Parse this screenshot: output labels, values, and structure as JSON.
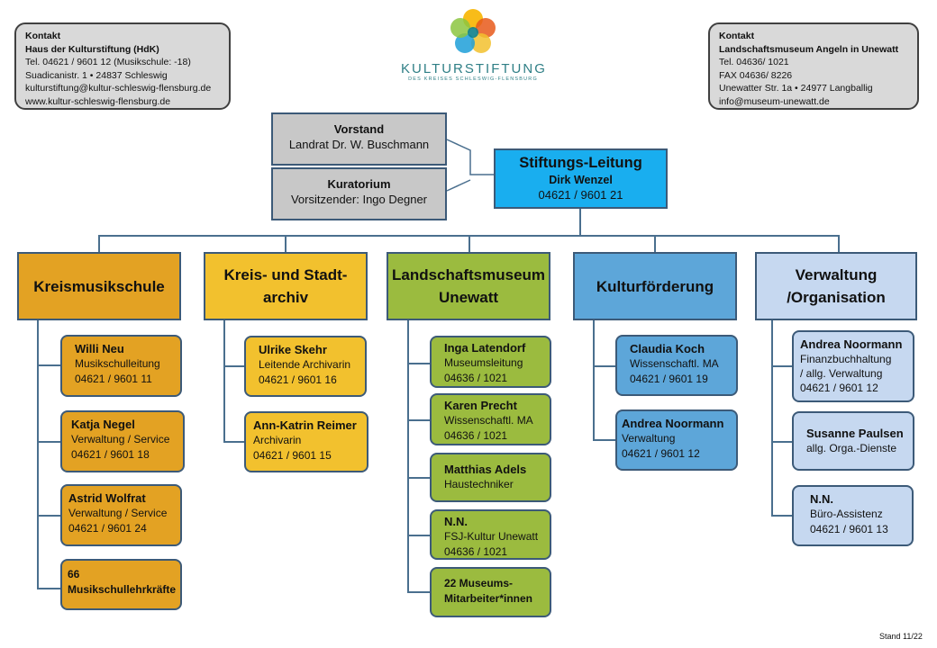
{
  "contact_left": {
    "title": "Kontakt",
    "name": "Haus der Kulturstiftung (HdK)",
    "tel": "Tel. 04621 / 9601 12    (Musikschule: -18)",
    "address": "Suadicanistr. 1  •  24837 Schleswig",
    "email": "kulturstiftung@kultur-schleswig-flensburg.de",
    "web": "www.kultur-schleswig-flensburg.de"
  },
  "contact_right": {
    "title": "Kontakt",
    "name": "Landschaftsmuseum Angeln in Unewatt",
    "tel": "Tel. 04636/ 1021",
    "fax": "FAX 04636/ 8226",
    "address": "Unewatter Str. 1a  •  24977 Langballig",
    "email": "info@museum-unewatt.de"
  },
  "logo": {
    "name": "KULTURSTIFTUNG",
    "sub": "DES KREISES SCHLESWIG-FLENSBURG",
    "colors": [
      "#f7b500",
      "#e8591a",
      "#1d9fd8",
      "#8cc63f",
      "#0f7f8c"
    ]
  },
  "vorstand": {
    "title": "Vorstand",
    "person": "Landrat Dr. W. Buschmann"
  },
  "kuratorium": {
    "title": "Kuratorium",
    "person": "Vorsitzender:  Ingo Degner"
  },
  "leitung": {
    "title": "Stiftungs-Leitung",
    "name": "Dirk Wenzel",
    "phone": "04621 / 9601 21"
  },
  "departments": {
    "ks": "Kreismusikschule",
    "ar": "Kreis- und Stadt-archiv",
    "lm": "Landschaftsmuseum Unewatt",
    "kf": "Kulturförderung",
    "vw": "Verwaltung /Organisation"
  },
  "staff": {
    "ks": [
      {
        "name": "Willi Neu",
        "role": "Musikschulleitung",
        "phone": "04621 / 9601 11"
      },
      {
        "name": "Katja Negel",
        "role": "Verwaltung / Service",
        "phone": "04621 / 9601 18"
      },
      {
        "name": "Astrid Wolfrat",
        "role": "Verwaltung / Service",
        "phone": "04621 / 9601 24"
      },
      {
        "name": "66",
        "role": "Musikschullehrkräfte"
      }
    ],
    "ar": [
      {
        "name": "Ulrike Skehr",
        "role": "Leitende Archivarin",
        "phone": "04621 / 9601 16"
      },
      {
        "name": "Ann-Katrin Reimer",
        "role": "Archivarin",
        "phone": "04621 / 9601 15"
      }
    ],
    "lm": [
      {
        "name": "Inga Latendorf",
        "role": "Museumsleitung",
        "phone": "04636 / 1021"
      },
      {
        "name": "Karen Precht",
        "role": "Wissenschaftl.  MA",
        "phone": "04636 / 1021"
      },
      {
        "name": "Matthias Adels",
        "role": "Haustechniker"
      },
      {
        "name": "N.N.",
        "role": "FSJ-Kultur  Unewatt",
        "phone": "04636 / 1021"
      },
      {
        "name": "22 Museums-",
        "role": "Mitarbeiter*innen"
      }
    ],
    "kf": [
      {
        "name": "Claudia Koch",
        "role": "Wissenschaftl.  MA",
        "phone": "04621 / 9601 19"
      },
      {
        "name": "Andrea Noormann",
        "role": "Verwaltung",
        "phone": "04621 / 9601 12"
      }
    ],
    "vw": [
      {
        "name": "Andrea Noormann",
        "role": "Finanzbuchhaltung",
        "role2": "/ allg. Verwaltung",
        "phone": "04621 / 9601 12"
      },
      {
        "name": "Susanne Paulsen",
        "role": "allg. Orga.-Dienste"
      },
      {
        "name": "N.N.",
        "role": "Büro-Assistenz",
        "phone": "04621 / 9601 13"
      }
    ]
  },
  "stand": "Stand 11/22"
}
